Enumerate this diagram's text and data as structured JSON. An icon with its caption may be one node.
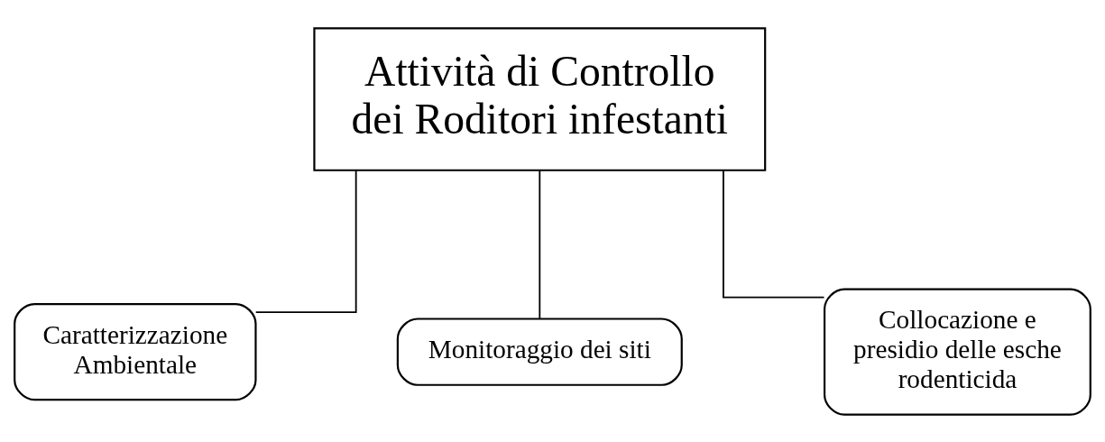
{
  "diagram": {
    "nodes": [
      {
        "text": [
          "Attività di Controllo dei Roditori infestanti"
        ]
      },
      {
        "text": [
          "Caratterizzazione Ambientale"
        ]
      },
      {
        "text": [
          "Monitoraggio dei siti"
        ]
      },
      {
        "text": [
          "Collocazione e presidio delle esche rodenticida"
        ]
      }
    ],
    "edges": [
      {
        "from": 0,
        "to": 1,
        "arrow": "none"
      },
      {
        "from": 0,
        "to": 2,
        "arrow": "none"
      },
      {
        "from": 0,
        "to": 3,
        "arrow": "none"
      }
    ]
  }
}
